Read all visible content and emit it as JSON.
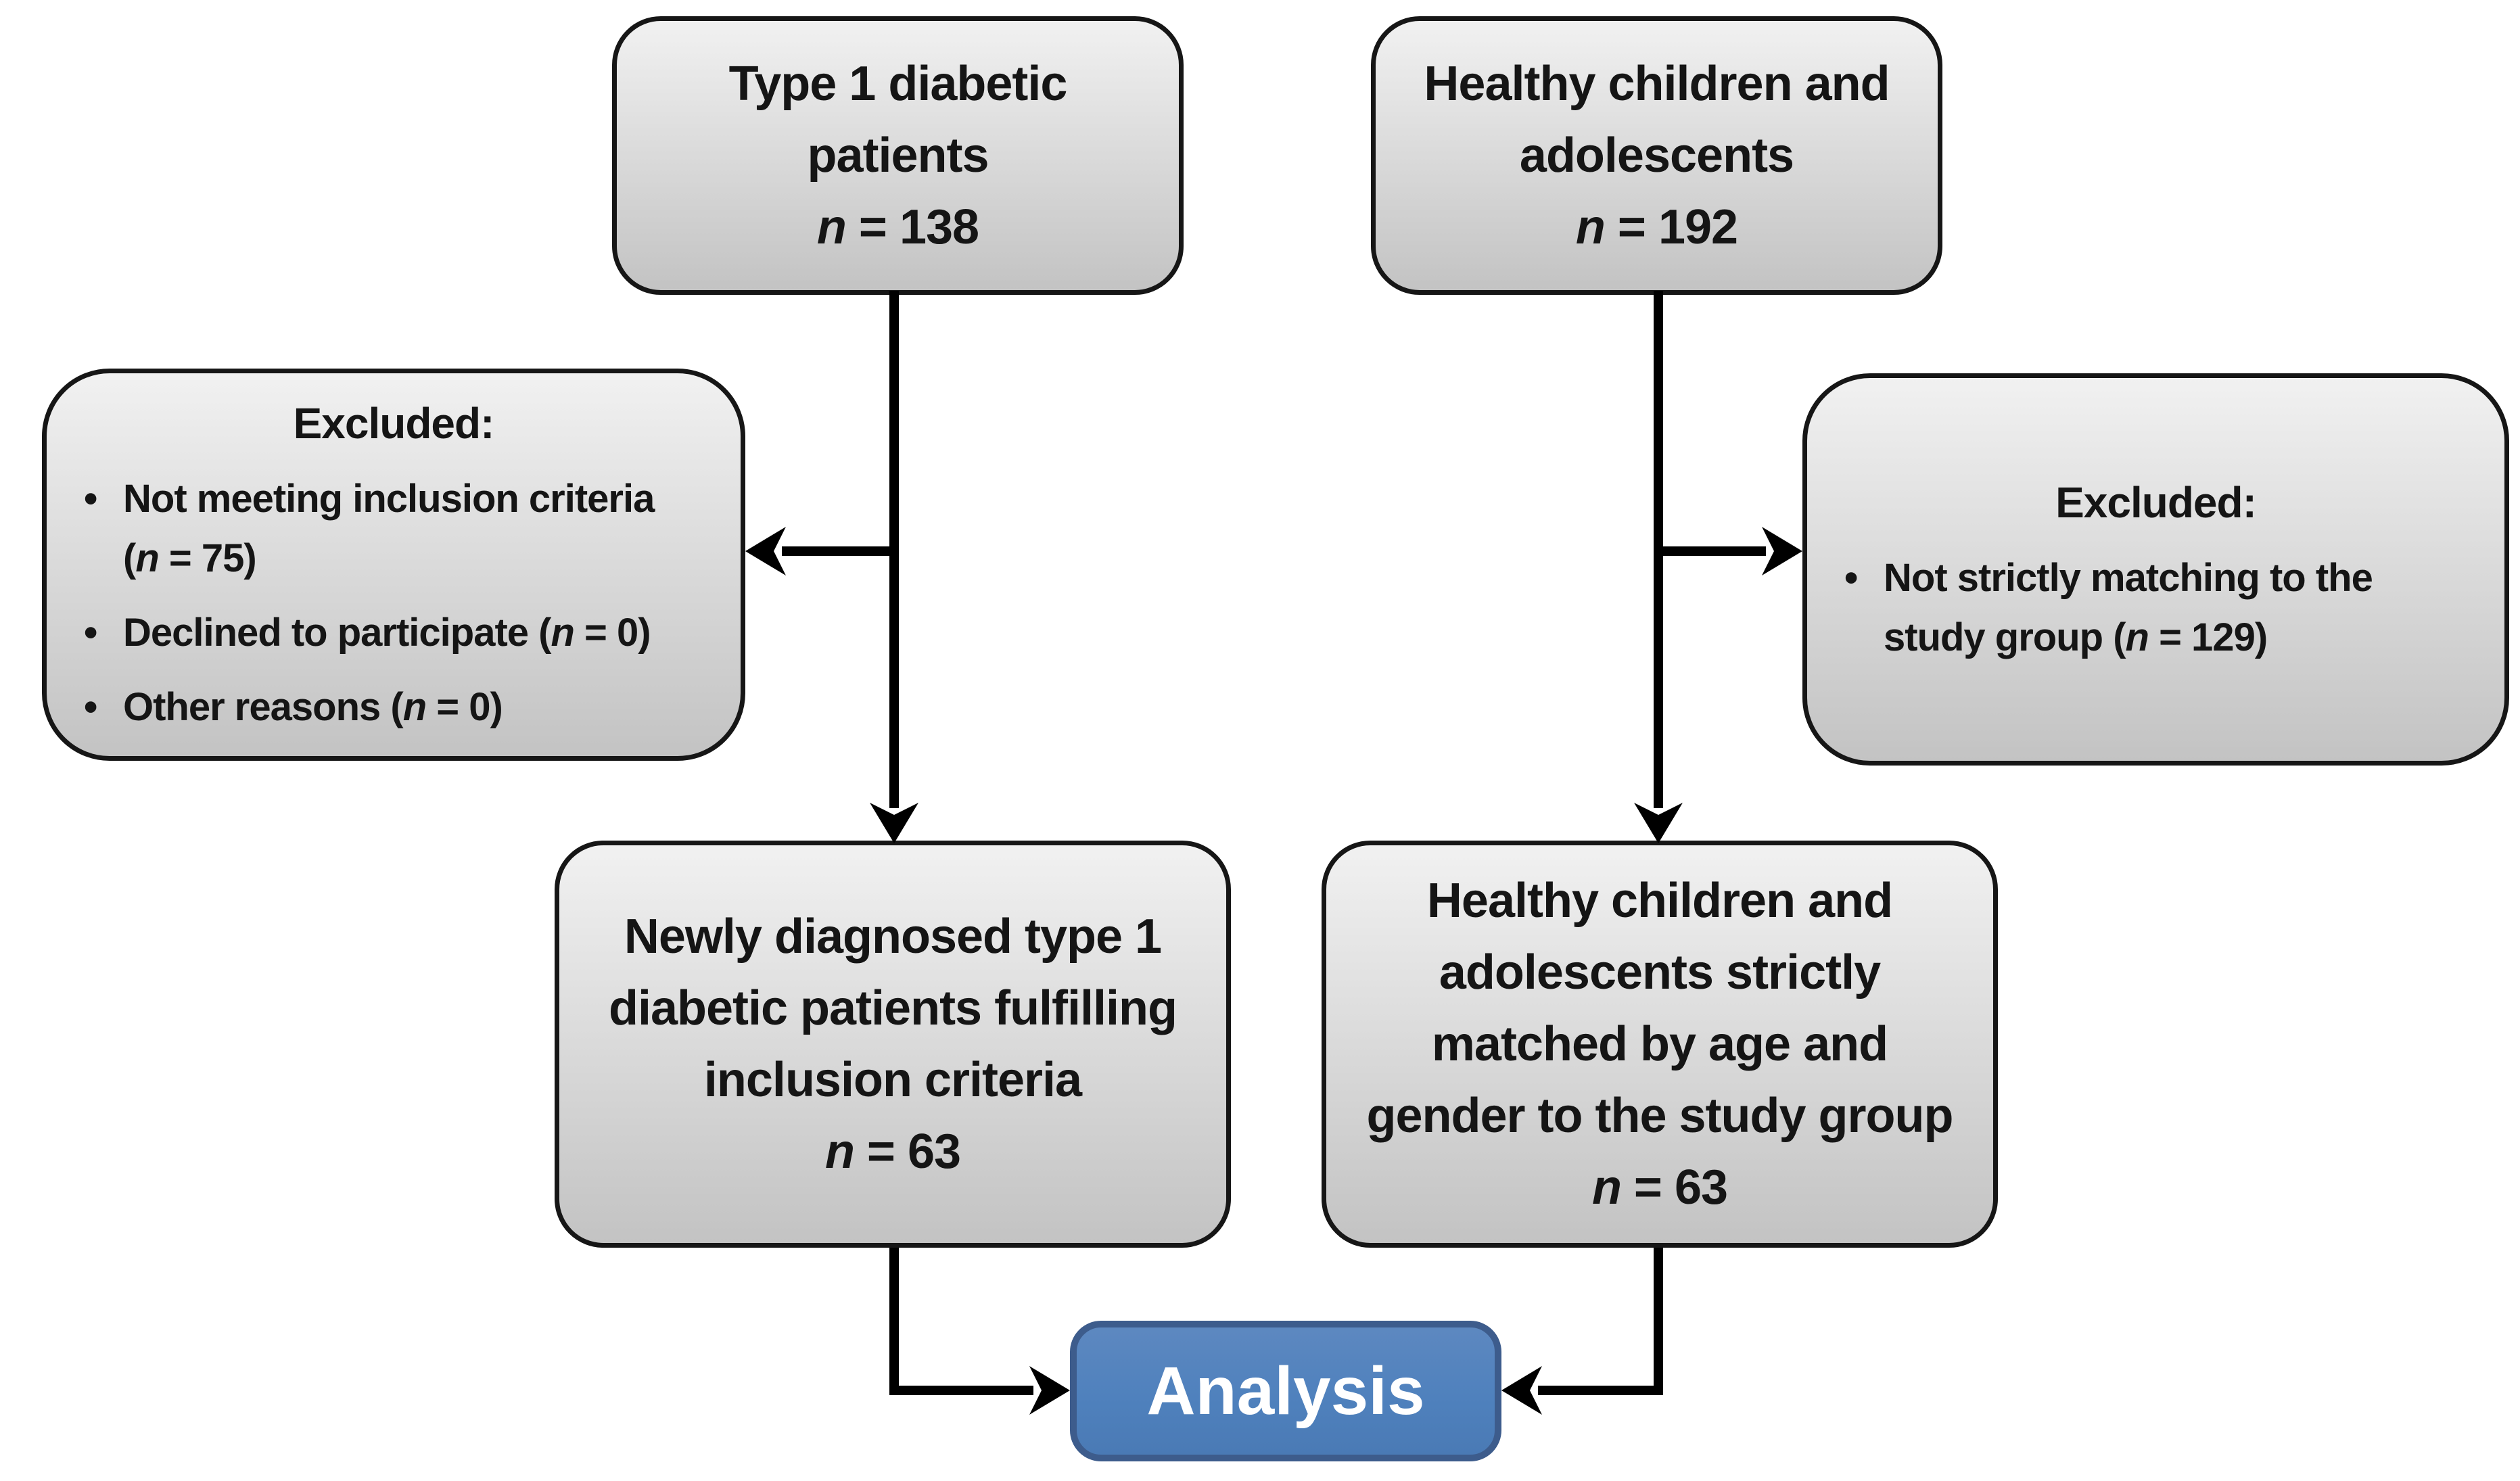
{
  "bullet_char": "•",
  "colors": {
    "box_top": "#f1f1f1",
    "box_bottom": "#c3c3c3",
    "box_border": "#161616",
    "arrow": "#000000",
    "text": "#151515",
    "analysis_fill": "#4f81bd",
    "analysis_border": "#3d5c8c",
    "analysis_text": "#ffffff"
  },
  "nodes": {
    "study_source": {
      "lines": [
        "Type 1 diabetic",
        "patients"
      ],
      "count_var": "n",
      "count_rest": " = 138"
    },
    "control_source": {
      "lines": [
        "Healthy children and",
        "adolescents"
      ],
      "count_var": "n",
      "count_rest": " = 192"
    },
    "study_excluded": {
      "heading": "Excluded:",
      "bullets": [
        {
          "lines": [
            {
              "pre": "Not meeting inclusion criteria"
            },
            {
              "pre": "(",
              "var": "n",
              "post": " = 75)"
            }
          ]
        },
        {
          "lines": [
            {
              "pre": "Declined to participate (",
              "var": "n",
              "post": " = 0)"
            }
          ]
        },
        {
          "lines": [
            {
              "pre": "Other reasons (",
              "var": "n",
              "post": " = 0)"
            }
          ]
        }
      ]
    },
    "control_excluded": {
      "heading": "Excluded:",
      "bullets": [
        {
          "lines": [
            {
              "pre": "Not strictly matching to the"
            },
            {
              "pre": "study group (",
              "var": "n",
              "post": " = 129)"
            }
          ]
        }
      ]
    },
    "study_included": {
      "lines": [
        "Newly diagnosed type 1",
        "diabetic patients fulfilling",
        "inclusion criteria"
      ],
      "count_var": "n",
      "count_rest": " = 63"
    },
    "control_included": {
      "lines": [
        "Healthy children and",
        "adolescents strictly",
        "matched by age and",
        "gender to the study group"
      ],
      "count_var": "n",
      "count_rest": " = 63"
    },
    "analysis": {
      "label": "Analysis"
    }
  }
}
